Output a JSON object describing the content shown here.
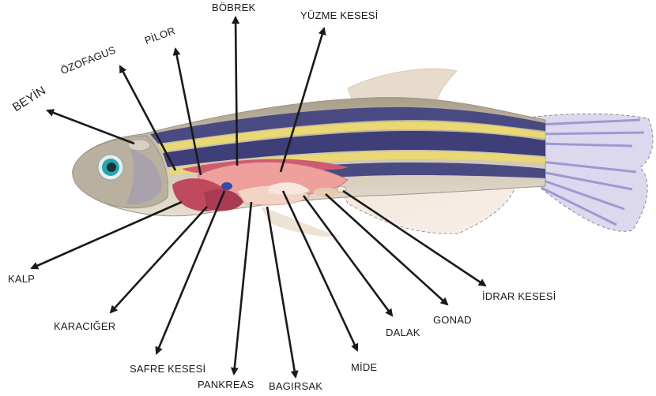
{
  "labels": {
    "beyin": "BEYİN",
    "ozofagus": "ÖZOFAGUS",
    "pilor": "PİLOR",
    "bobrek": "BÖBREK",
    "yuzme_kesesi": "YÜZME KESESİ",
    "kalp": "KALP",
    "karaciger": "KARACIĞER",
    "safre_kesesi": "SAFRE KESESİ",
    "pankreas": "PANKREAS",
    "bagirsak": "BAGIRSAK",
    "mide": "MİDE",
    "dalak": "DALAK",
    "gonad": "GONAD",
    "idrar_kesesi": "İDRAR KESESİ"
  },
  "colors": {
    "arrow": "#1a1a1a",
    "body": "#c9c0ae",
    "stripe_dark": "#3f3f78",
    "stripe_yellow": "#e8d86a",
    "organ_red": "#c0495d",
    "organ_pink": "#efb2b0",
    "fin": "#efe3d6",
    "tail": "#b9b5df"
  }
}
